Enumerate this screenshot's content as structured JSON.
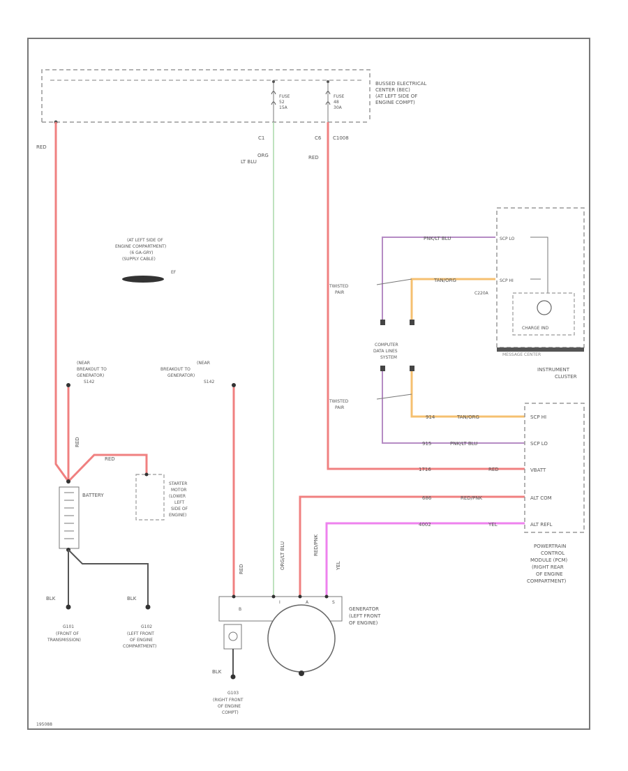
{
  "colors": {
    "red_wire": "#f08080",
    "green_wire": "#a8d8a8",
    "orange_wire": "#f5c070",
    "purple_wire": "#b58bc4",
    "magenta_wire": "#ee82ee",
    "ground_wire": "#555555",
    "dashed_box": "#999999",
    "text": "#555555"
  },
  "bec": {
    "title_lines": [
      "BUSSED ELECTRICAL",
      "CENTER (BEC)",
      "(AT LEFT SIDE OF",
      "ENGINE COMPT)"
    ],
    "fuse1_lines": [
      "FUSE",
      "52",
      "15A"
    ],
    "fuse2_lines": [
      "FUSE",
      "48",
      "30A"
    ],
    "conn_c1": "C1",
    "conn_c6": "C6",
    "conn_c1008": "C1008"
  },
  "wires": {
    "red": "RED",
    "org_lt_blu_lines": [
      "ORG",
      "LT BLU"
    ],
    "pnk_lt_blu": "PNK/LT BLU",
    "tan_org": "TAN/ORG",
    "red_pnk": "RED/PNK",
    "yel": "YEL",
    "blk": "BLK",
    "org_lt_blu": "ORG/LT BLU"
  },
  "left_note_lines": [
    "(AT LEFT SIDE OF",
    "ENGINE COMPARTMENT)",
    "(6 GA-GRY)",
    "(SUPPLY CABLE)"
  ],
  "left_note_tag": "EF",
  "breakout": {
    "left_lines": [
      "(NEAR",
      "BREAKOUT TO",
      "GENERATOR)",
      "S142"
    ],
    "right_lines": [
      "(NEAR",
      "BREAKOUT TO",
      "GENERATOR)",
      "S142"
    ]
  },
  "battery_label": "BATTERY",
  "starter_lines": [
    "STARTER",
    "MOTOR",
    "(LOWER",
    "LEFT",
    "SIDE OF",
    "ENGINE)"
  ],
  "ground_left": {
    "id": "G101",
    "lines": [
      "(FRONT OF",
      "TRANSMISSION)"
    ]
  },
  "ground_mid": {
    "id": "G102",
    "lines": [
      "(LEFT FRONT",
      "OF ENGINE",
      "COMPARTMENT)"
    ]
  },
  "ground_bottom": {
    "id": "G103",
    "lines": [
      "(RIGHT FRONT",
      "OF ENGINE",
      "COMPT)"
    ]
  },
  "computer_data_lines": [
    "COMPUTER",
    "DATA LINES",
    "SYSTEM"
  ],
  "twisted_pair_lines": [
    "TWISTED",
    "PAIR"
  ],
  "instrument_cluster": {
    "title_lines": [
      "INSTRUMENT",
      "CLUSTER"
    ],
    "charge_ind": "CHARGE IND",
    "conn": "C220A",
    "pin_scp_lo": "SCP LO",
    "pin_scp_hi": "SCP HI",
    "bar_caption": "MESSAGE CENTER"
  },
  "pcm": {
    "title_lines": [
      "POWERTRAIN",
      "CONTROL",
      "MODULE (PCM)",
      "(RIGHT REAR",
      "OF ENGINE",
      "COMPARTMENT)"
    ],
    "pins": [
      "SCP HI",
      "SCP LO",
      "VBATT",
      "ALT COM",
      "ALT REFL"
    ],
    "circ_codes": [
      "914",
      "915",
      "1716",
      "686",
      "4002"
    ]
  },
  "generator": {
    "title_lines": [
      "GENERATOR",
      "(LEFT FRONT",
      "OF ENGINE)"
    ],
    "term_a": "A",
    "term_i": "I",
    "term_s": "S",
    "term_b": "B"
  },
  "footer_code": "195088"
}
